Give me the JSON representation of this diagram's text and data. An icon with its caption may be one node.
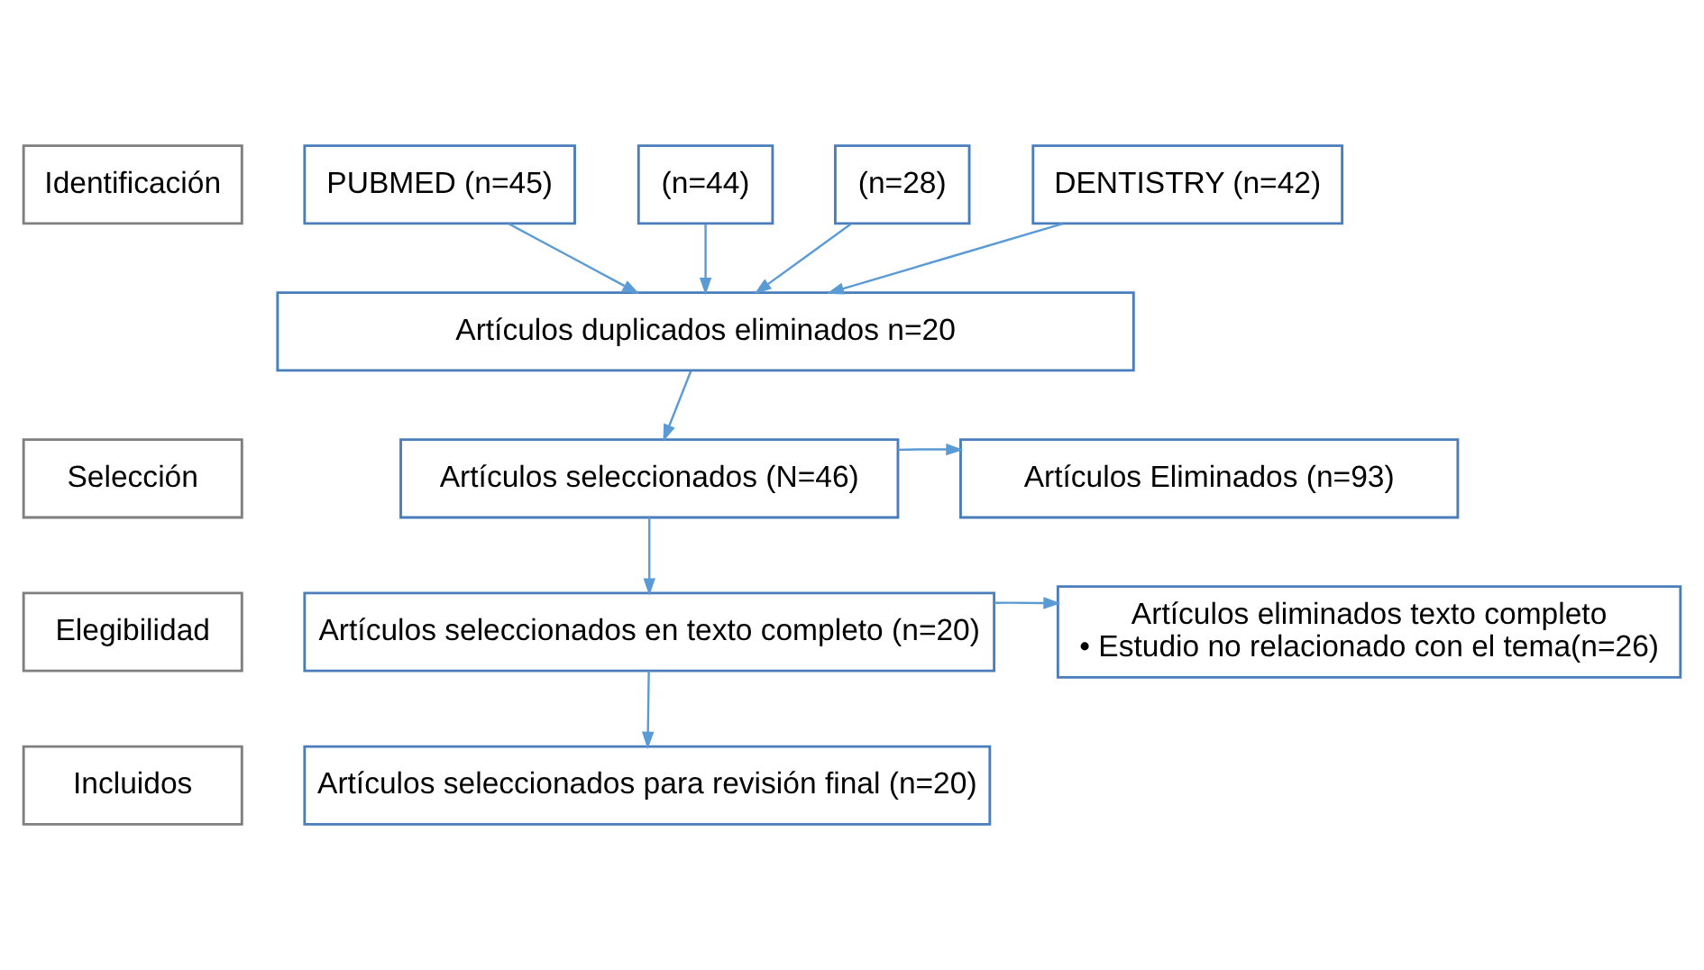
{
  "diagram": {
    "nodes": [
      {
        "text": [
          "Identificación"
        ]
      },
      {
        "text": [
          "PUBMED (n=45)"
        ]
      },
      {
        "text": [
          "(n=44)"
        ]
      },
      {
        "text": [
          "(n=28)"
        ]
      },
      {
        "text": [
          "DENTISTRY (n=42)"
        ]
      },
      {
        "text": [
          "Artículos duplicados eliminados n=20"
        ]
      },
      {
        "text": [
          "Selección"
        ]
      },
      {
        "text": [
          "Artículos seleccionados (N=46)"
        ]
      },
      {
        "text": [
          "Artículos Eliminados (n=93)"
        ]
      },
      {
        "text": [
          "Elegibilidad"
        ]
      },
      {
        "text": [
          "Artículos seleccionados en texto completo (n=20)"
        ]
      },
      {
        "text": [
          "Artículos eliminados texto completo",
          "• Estudio no relacionado con el tema(n=26)"
        ]
      },
      {
        "text": [
          "Incluidos"
        ]
      },
      {
        "text": [
          "Artículos seleccionados para revisión final (n=20)"
        ]
      }
    ],
    "edges": [
      {
        "from": 1,
        "to": 5,
        "arrow": "to"
      },
      {
        "from": 2,
        "to": 5,
        "arrow": "to"
      },
      {
        "from": 3,
        "to": 5,
        "arrow": "to"
      },
      {
        "from": 4,
        "to": 5,
        "arrow": "to"
      },
      {
        "from": 5,
        "to": 7,
        "arrow": "to"
      },
      {
        "from": 7,
        "to": 8,
        "arrow": "to"
      },
      {
        "from": 7,
        "to": 10,
        "arrow": "to"
      },
      {
        "from": 10,
        "to": 11,
        "arrow": "to"
      },
      {
        "from": 10,
        "to": 13,
        "arrow": "to"
      }
    ]
  }
}
